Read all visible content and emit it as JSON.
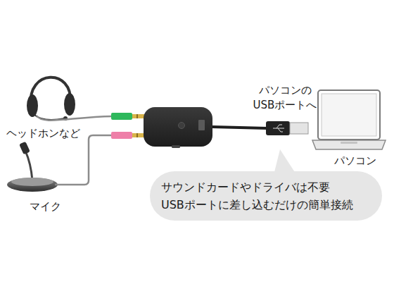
{
  "diagram": {
    "nodes": [
      {
        "text": [
          "ヘッドホンなど"
        ]
      },
      {
        "text": [
          "マイク"
        ]
      },
      {
        "text": [
          "パソコン"
        ]
      },
      {
        "text": [
          "サウンドカードやドライバは不要 USBポートに差し込むだけの簡単接続"
        ]
      }
    ],
    "labels": [
      "パソコンの USBポートへ"
    ]
  }
}
